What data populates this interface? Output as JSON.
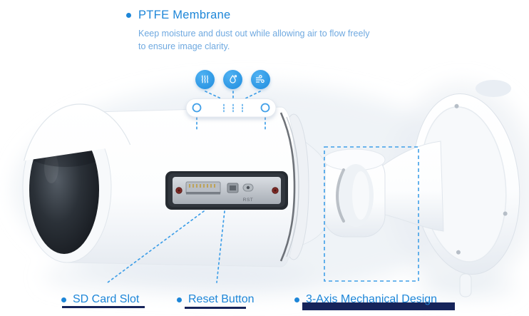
{
  "ptfe_callout": {
    "title": "PTFE Membrane",
    "description": "Keep moisture and dust out while allowing air to flow freely to ensure image clarity."
  },
  "feature_icons": [
    {
      "name": "moisture-waves-icon"
    },
    {
      "name": "water-drop-icon"
    },
    {
      "name": "airflow-icon"
    }
  ],
  "io_panel": {
    "reset_label": "RST"
  },
  "bottom_callouts": [
    {
      "label": "SD Card Slot"
    },
    {
      "label": "Reset Button"
    },
    {
      "label": "3-Axis Mechanical Design"
    }
  ],
  "colors": {
    "accent_blue": "#1d86d8",
    "light_blue": "#6fa9e0",
    "leader_blue": "#3f9fe8",
    "underline_navy": "#16245a"
  }
}
